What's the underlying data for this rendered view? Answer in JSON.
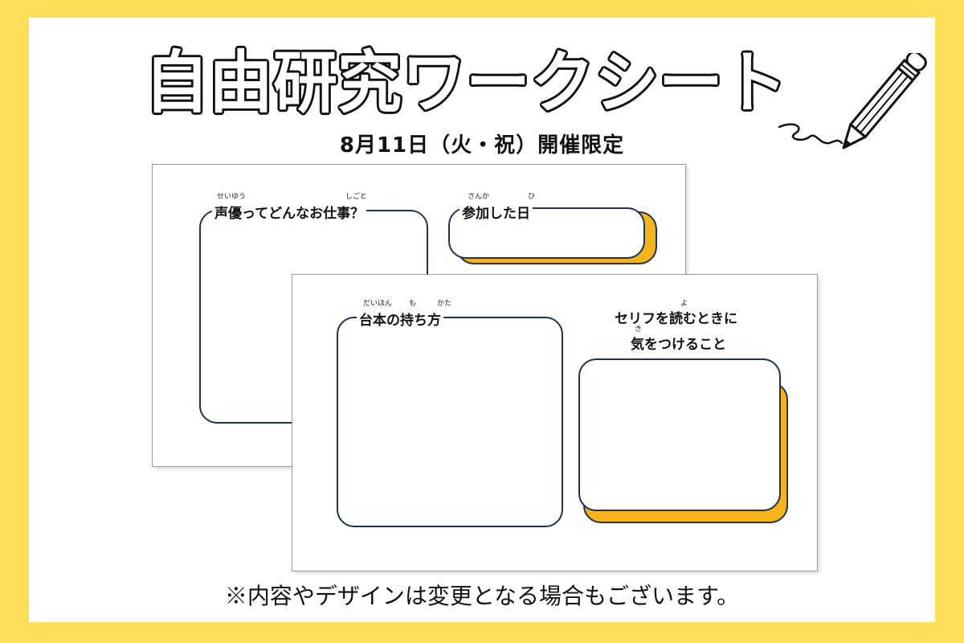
{
  "title": "自由研究ワークシート",
  "subtitle": "8月11日（火・祝）開催限定",
  "back_sheet": {
    "question1": {
      "label": "声優ってどんなお仕事？",
      "ruby1": "せいゆう",
      "ruby2": "しごと"
    },
    "question2": {
      "label": "参加した日",
      "ruby1": "さんか",
      "ruby2": "ひ"
    }
  },
  "front_sheet": {
    "question3": {
      "label": "台本の持ち方",
      "ruby1": "だいほん",
      "ruby2": "も",
      "ruby3": "かた"
    },
    "question4": {
      "line1": "セリフを読むときに",
      "line2": "気をつけること",
      "ruby1": "よ",
      "ruby2": "き"
    }
  },
  "notice": "※内容やデザインは変更となる場合もございます。",
  "colors": {
    "background": "#ffde59",
    "accent_box": "#f5b41c",
    "box_border": "#1e3350"
  },
  "icons": [
    "pencil-icon"
  ]
}
